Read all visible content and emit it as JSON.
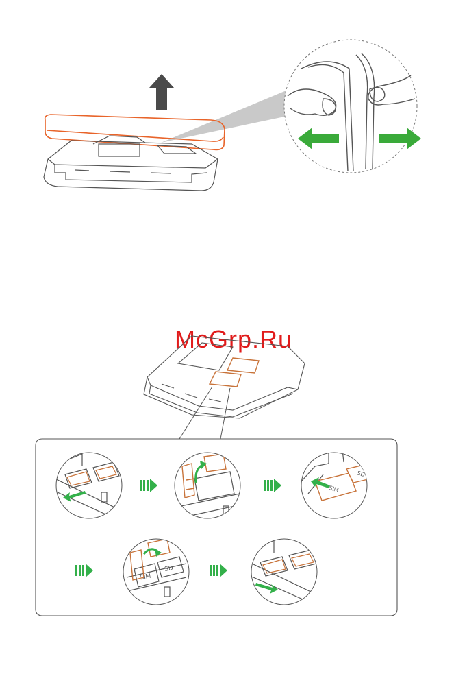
{
  "watermark": "McGrp.Ru",
  "card_labels": {
    "sim": "SIM",
    "sd": "SD"
  },
  "colors": {
    "cover_outline": "#e8642a",
    "line_art": "#555555",
    "arrow_dark": "#4a4a4a",
    "arrow_green": "#3aaa3a",
    "tray_orange": "#c8733a",
    "step_arrow": "#33b04a",
    "zoom_cone": "#c8c8c8"
  },
  "icons": [
    "up-arrow-icon",
    "left-arrow-icon",
    "right-arrow-icon",
    "step-arrow-icon"
  ]
}
